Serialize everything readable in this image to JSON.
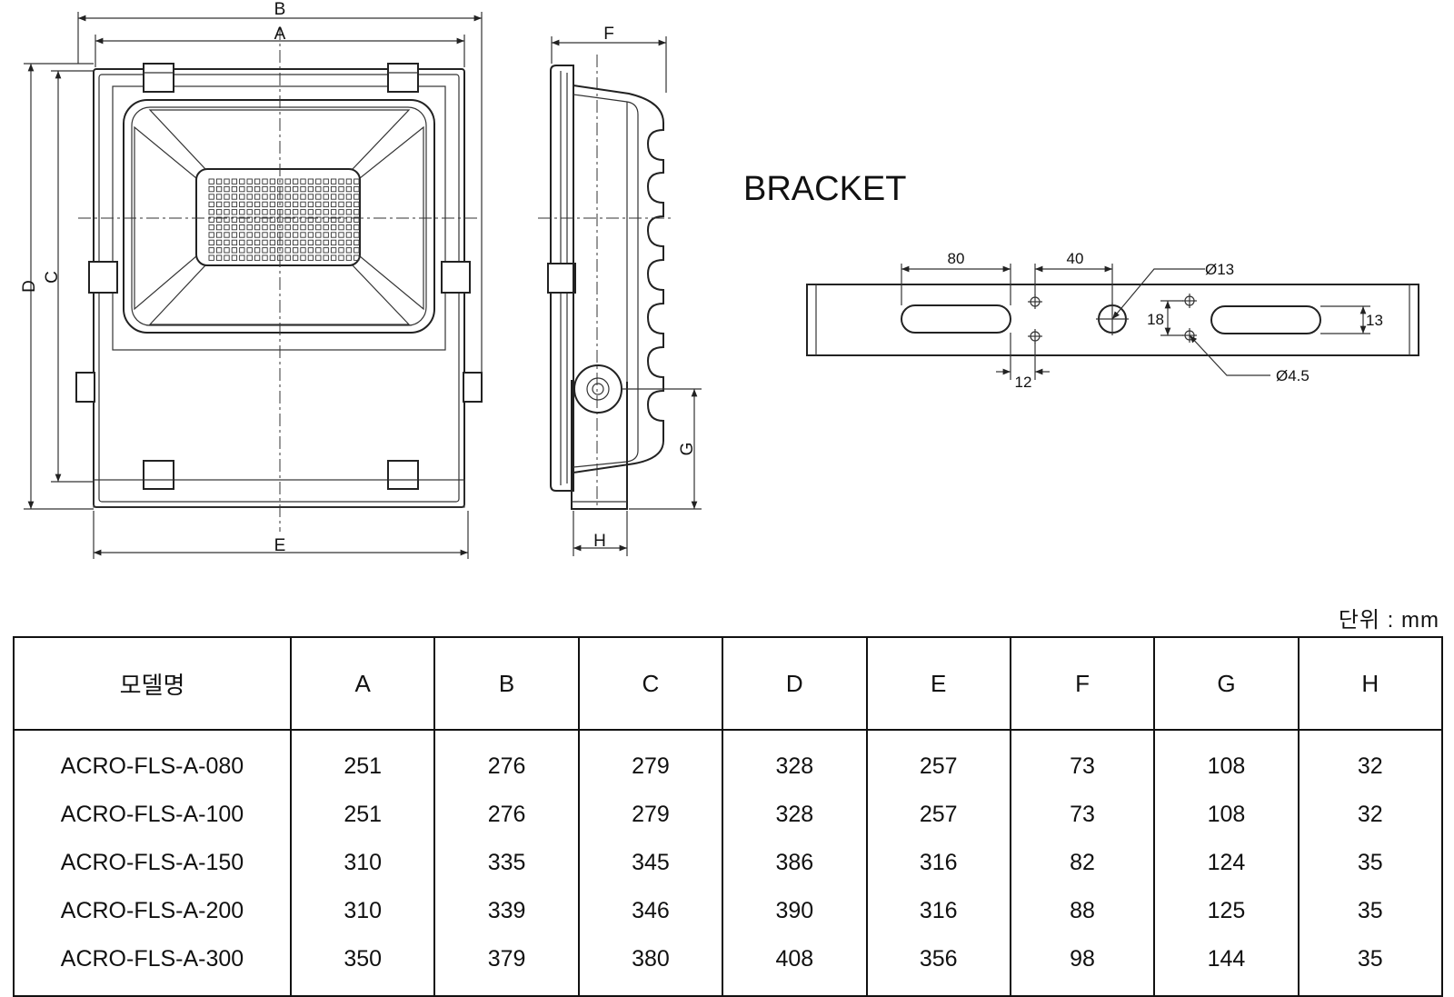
{
  "drawing": {
    "labels": {
      "A": "A",
      "B": "B",
      "C": "C",
      "D": "D",
      "E": "E",
      "F": "F",
      "G": "G",
      "H": "H"
    },
    "bracket": {
      "title": "BRACKET",
      "dim_80": "80",
      "dim_40": "40",
      "dim_12": "12",
      "dim_18": "18",
      "dim_13": "13",
      "hole_large": "Ø13",
      "hole_small": "Ø4.5"
    }
  },
  "unit_label": "단위 : mm",
  "table": {
    "headers": [
      "모델명",
      "A",
      "B",
      "C",
      "D",
      "E",
      "F",
      "G",
      "H"
    ],
    "rows": [
      [
        "ACRO-FLS-A-080",
        "251",
        "276",
        "279",
        "328",
        "257",
        "73",
        "108",
        "32"
      ],
      [
        "ACRO-FLS-A-100",
        "251",
        "276",
        "279",
        "328",
        "257",
        "73",
        "108",
        "32"
      ],
      [
        "ACRO-FLS-A-150",
        "310",
        "335",
        "345",
        "386",
        "316",
        "82",
        "124",
        "35"
      ],
      [
        "ACRO-FLS-A-200",
        "310",
        "339",
        "346",
        "390",
        "316",
        "88",
        "125",
        "35"
      ],
      [
        "ACRO-FLS-A-300",
        "350",
        "379",
        "380",
        "408",
        "356",
        "98",
        "144",
        "35"
      ]
    ]
  }
}
